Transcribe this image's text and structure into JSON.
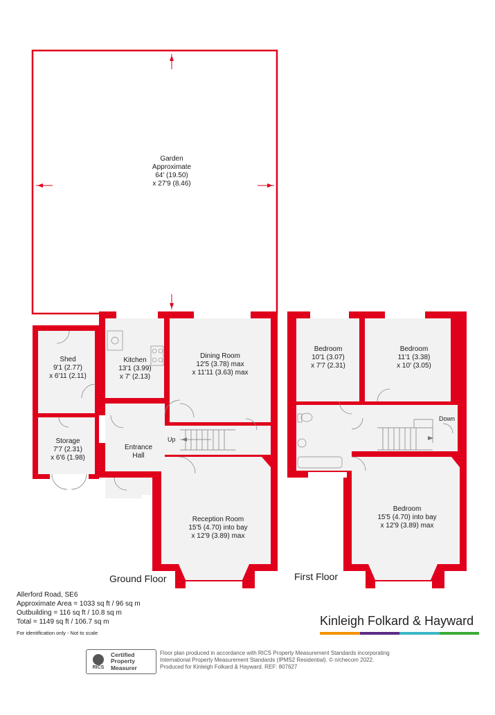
{
  "colors": {
    "wall": "#e0001b",
    "floor": "#f2f2f2",
    "window": "#ffffff"
  },
  "garden": {
    "name": "Garden",
    "line2": "Approximate",
    "line3": "64' (19.50)",
    "line4": "x 27'9 (8.46)"
  },
  "rooms": {
    "shed": {
      "name": "Shed",
      "dim1": "9'1 (2.77)",
      "dim2": "x 6'11 (2.11)"
    },
    "storage": {
      "name": "Storage",
      "dim1": "7'7 (2.31)",
      "dim2": "x 6'6 (1.98)"
    },
    "kitchen": {
      "name": "Kitchen",
      "dim1": "13'1 (3.99)",
      "dim2": "x 7' (2.13)"
    },
    "dining": {
      "name": "Dining Room",
      "dim1": "12'5 (3.78) max",
      "dim2": "x 11'11 (3.63) max"
    },
    "hall": {
      "name": "Entrance",
      "name2": "Hall"
    },
    "reception": {
      "name": "Reception Room",
      "dim1": "15'5 (4.70) into bay",
      "dim2": "x 12'9 (3.89) max"
    },
    "bed1": {
      "name": "Bedroom",
      "dim1": "10'1 (3.07)",
      "dim2": "x 7'7 (2.31)"
    },
    "bed2": {
      "name": "Bedroom",
      "dim1": "11'1 (3.38)",
      "dim2": "x 10' (3.05)"
    },
    "bed3": {
      "name": "Bedroom",
      "dim1": "15'5 (4.70) into bay",
      "dim2": "x 12'9 (3.89) max"
    }
  },
  "stairs": {
    "up": "Up",
    "down": "Down"
  },
  "floors": {
    "ground": "Ground Floor",
    "first": "First Floor"
  },
  "info": {
    "address": "Allerford Road, SE6",
    "area": "Approximate Area = 1033 sq ft / 96 sq m",
    "outbuilding": "Outbuilding = 116 sq ft / 10.8 sq m",
    "total": "Total = 1149 sq ft / 106.7 sq m",
    "note": "For identification only - Not to scale"
  },
  "brand": {
    "name": "Kinleigh Folkard & Hayward",
    "stripe_colors": [
      "#f39200",
      "#5b2a86",
      "#3cb6c6",
      "#3aaa35"
    ]
  },
  "rics": {
    "logo": "RICS",
    "line1": "Certified",
    "line2": "Property",
    "line3": "Measurer"
  },
  "disclaimer": {
    "line1": "Floor plan produced in accordance with RICS Property Measurement Standards incorporating",
    "line2": "International Property Measurement Standards (IPMS2 Residential).  © n/checom 2022.",
    "line3": "Produced for Kinleigh Folkard & Hayward.   REF: 807627"
  }
}
